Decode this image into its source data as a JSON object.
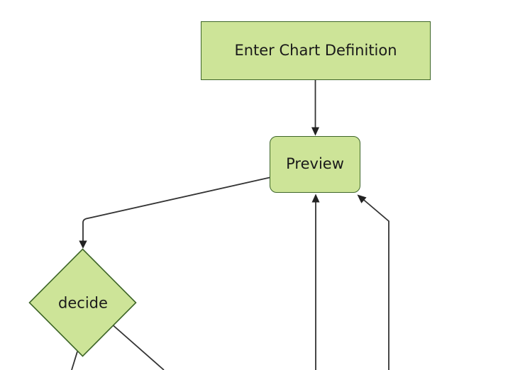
{
  "diagram": {
    "type": "flowchart",
    "nodes": {
      "enter_chart_definition": {
        "label": "Enter Chart Definition",
        "shape": "rectangle"
      },
      "preview": {
        "label": "Preview",
        "shape": "rounded-rectangle"
      },
      "decide": {
        "label": "decide",
        "shape": "diamond"
      }
    },
    "edges": [
      {
        "from": "enter_chart_definition",
        "to": "preview",
        "arrow": true
      },
      {
        "from": "preview",
        "to": "decide",
        "arrow": true
      },
      {
        "from": "offscreen-bottom",
        "to": "preview",
        "arrow": true
      },
      {
        "from": "offscreen-bottom-right",
        "to": "preview",
        "arrow": true
      },
      {
        "from": "decide",
        "to": "offscreen-bottom-left",
        "arrow": false
      },
      {
        "from": "decide",
        "to": "offscreen-bottom-right",
        "arrow": false
      }
    ],
    "colors": {
      "background": "#ffffff",
      "node_fill": "#cde498",
      "node_border": "#3e6628",
      "edge_line": "#333333",
      "arrowhead": "#222222",
      "label_text": "#1a1a1a"
    }
  }
}
